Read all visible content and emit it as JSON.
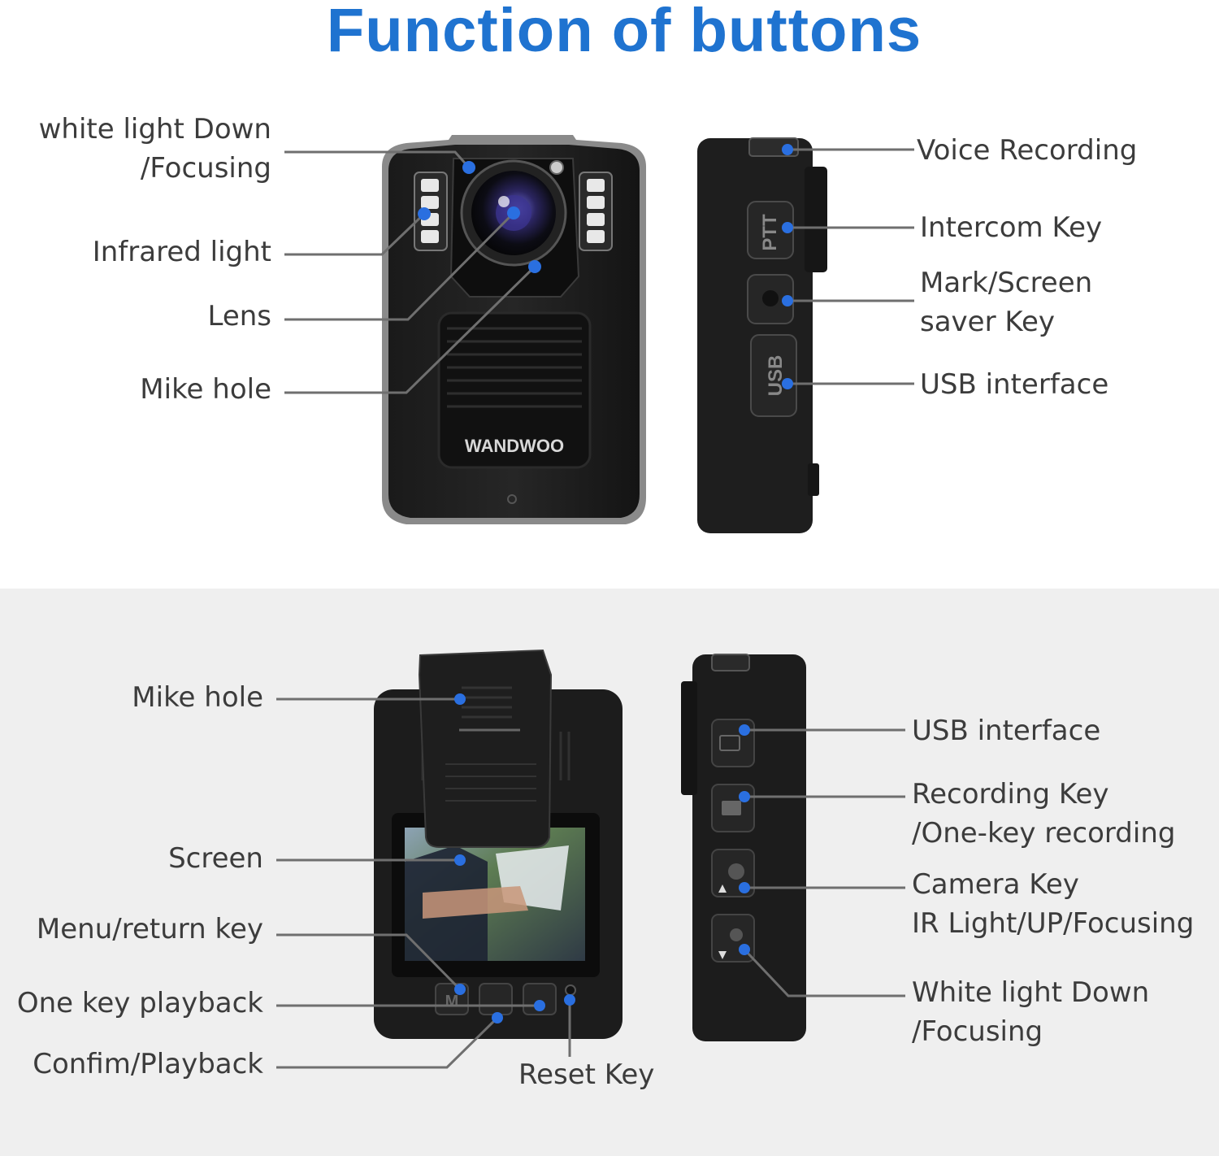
{
  "title": "Function of buttons",
  "brand": "WANDWOO",
  "colors": {
    "title": "#1f73d0",
    "dot": "#2a6fe0",
    "line": "#6f6f6f",
    "text": "#3c3c3c",
    "bottom_bg": "#efefef"
  },
  "front_labels": {
    "white_light_1": "white light Down",
    "white_light_2": "/Focusing",
    "infrared": "Infrared light",
    "lens": "Lens",
    "mike_hole": "Mike hole"
  },
  "side_labels": {
    "voice_recording": "Voice Recording",
    "intercom": "Intercom Key",
    "mark_1": "Mark/Screen",
    "mark_2": "saver Key",
    "usb": "USB interface"
  },
  "side_key_text": {
    "ptt": "PTT",
    "usb": "USB"
  },
  "back_labels": {
    "mike_hole": "Mike hole",
    "screen": "Screen",
    "menu": "Menu/return key",
    "one_key_playback": "One key playback",
    "confirm": "Confim/Playback",
    "reset": "Reset Key"
  },
  "back_side_labels": {
    "usb": "USB interface",
    "recording_1": "Recording Key",
    "recording_2": "/One-key recording",
    "camera_1": "Camera Key",
    "camera_2": "IR Light/UP/Focusing",
    "white_light_1": "White light Down",
    "white_light_2": "/Focusing"
  },
  "back_key_text": {
    "menu": "M"
  }
}
